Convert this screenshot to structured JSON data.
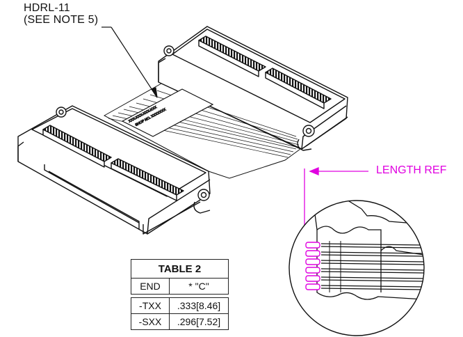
{
  "callout": {
    "line1": "HDRL-11",
    "line2": "(SEE NOTE 5)"
  },
  "length_ref": {
    "label": "LENGTH REF",
    "color": "#e000e0"
  },
  "cable_label": {
    "line1": "XXX-XXX-XXX-XXX",
    "line2": "SHOP NO. XXXXXXX"
  },
  "table2": {
    "title": "TABLE 2",
    "headers": [
      "END",
      "* \"C\""
    ],
    "rows": [
      {
        "end": "-TXX",
        "c": ".333[8.46]"
      },
      {
        "end": "-SXX",
        "c": ".296[7.52]"
      }
    ]
  }
}
